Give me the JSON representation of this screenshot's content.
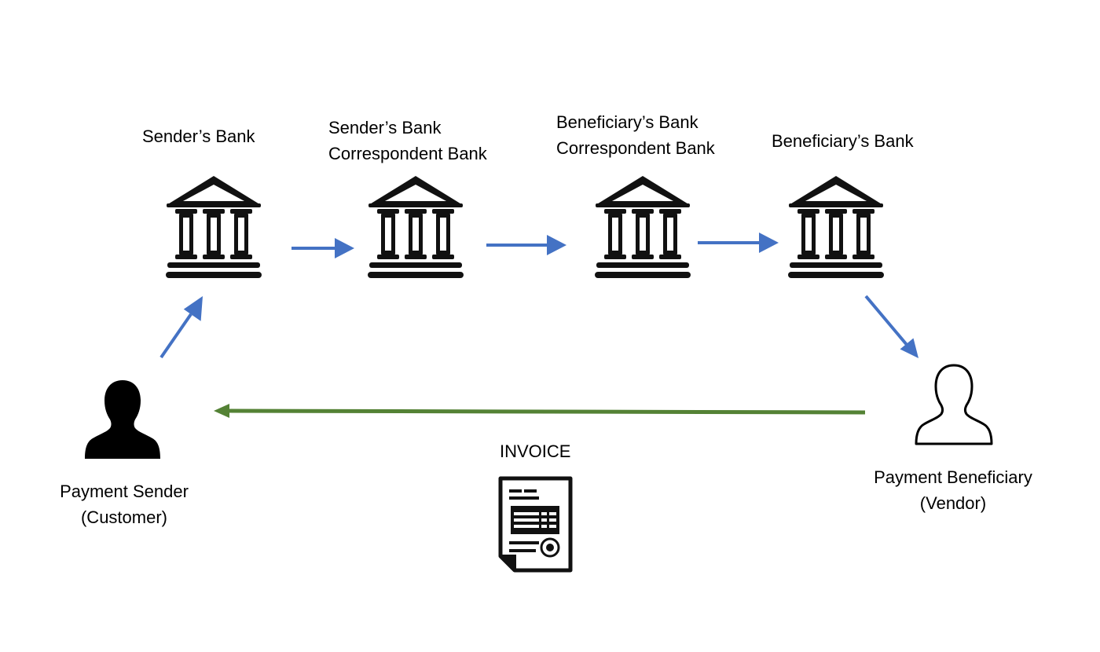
{
  "nodes": {
    "senders_bank": {
      "lines": [
        "Sender’s Bank"
      ],
      "icon": "bank-icon"
    },
    "senders_correspondent": {
      "lines": [
        "Sender’s Bank",
        "Correspondent Bank"
      ],
      "icon": "bank-icon"
    },
    "beneficiary_correspondent": {
      "lines": [
        "Beneficiary’s Bank",
        "Correspondent Bank"
      ],
      "icon": "bank-icon"
    },
    "beneficiary_bank": {
      "lines": [
        "Beneficiary’s Bank"
      ],
      "icon": "bank-icon"
    },
    "payment_sender": {
      "lines": [
        "Payment Sender",
        "(Customer)"
      ],
      "icon": "person-filled-icon"
    },
    "payment_beneficiary": {
      "lines": [
        "Payment Beneficiary",
        "(Vendor)"
      ],
      "icon": "person-outline-icon"
    },
    "invoice": {
      "lines": [
        "INVOICE"
      ],
      "icon": "invoice-document-icon"
    }
  },
  "colors": {
    "payment_flow_arrow": "#4472C4",
    "invoice_flow_arrow": "#548235",
    "icon_fill": "#111111"
  }
}
